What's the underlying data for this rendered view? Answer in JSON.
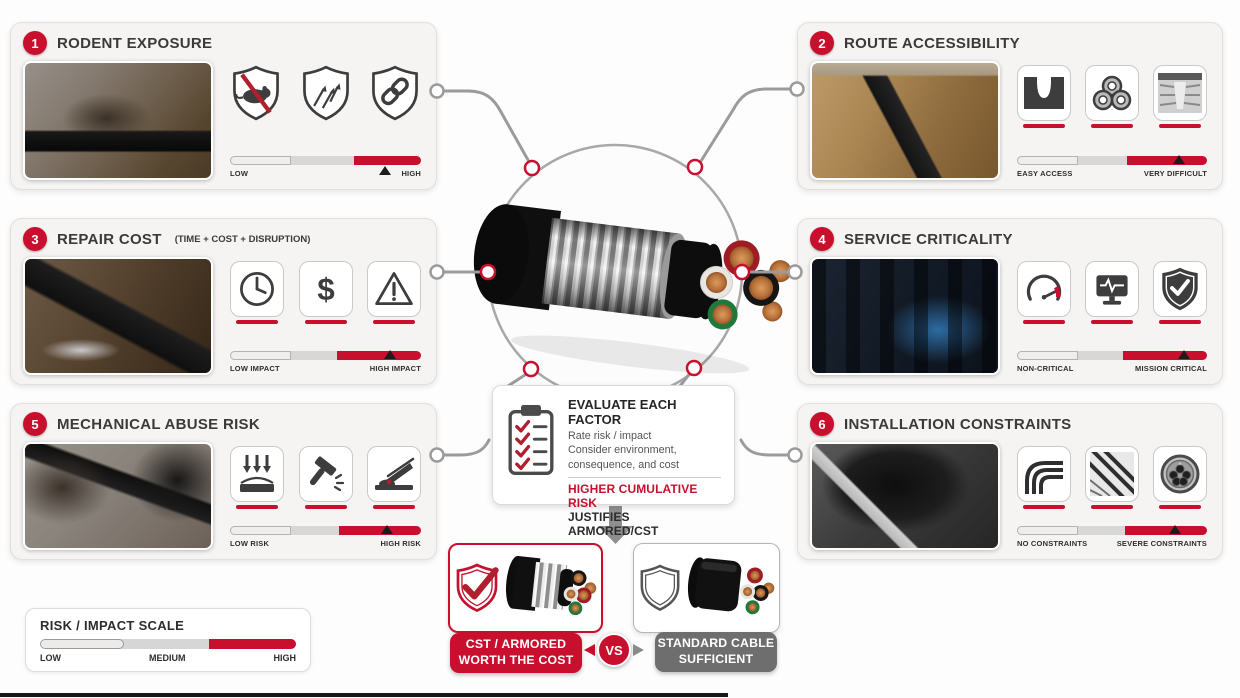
{
  "colors": {
    "accent_red": "#c8102e",
    "panel_bg": "#f5f4f2",
    "text_dark": "#3a3a3a",
    "connector_gray": "#9b9b9b",
    "label_gray": "#6e6e6e"
  },
  "panels": [
    {
      "num": "1",
      "title": "RODENT EXPOSURE",
      "subtitle": "",
      "icons": [
        "no-rodent-shield",
        "gnaw-strike-shield",
        "chain-link-shield"
      ],
      "scale_left": "LOW",
      "scale_right": "HIGH"
    },
    {
      "num": "2",
      "title": "ROUTE ACCESSIBILITY",
      "subtitle": "",
      "icons": [
        "trench",
        "conduit-pipes",
        "cable-corridor"
      ],
      "scale_left": "EASY ACCESS",
      "scale_right": "VERY DIFFICULT"
    },
    {
      "num": "3",
      "title": "REPAIR COST",
      "subtitle": "(TIME + COST + DISRUPTION)",
      "icons": [
        "clock",
        "dollar",
        "warning-triangle"
      ],
      "scale_left": "LOW IMPACT",
      "scale_right": "HIGH IMPACT"
    },
    {
      "num": "4",
      "title": "SERVICE CRITICALITY",
      "subtitle": "",
      "icons": [
        "gauge",
        "monitor-heartbeat",
        "shield-check"
      ],
      "scale_left": "NON-CRITICAL",
      "scale_right": "MISSION CRITICAL"
    },
    {
      "num": "5",
      "title": "MECHANICAL ABUSE RISK",
      "subtitle": "",
      "icons": [
        "crush-force",
        "hammer-impact",
        "cut-pry"
      ],
      "scale_left": "LOW RISK",
      "scale_right": "HIGH RISK"
    },
    {
      "num": "6",
      "title": "INSTALLATION CONSTRAINTS",
      "subtitle": "",
      "icons": [
        "bend-radius",
        "cable-tray",
        "conduit-fill"
      ],
      "scale_left": "NO CONSTRAINTS",
      "scale_right": "SEVERE CONSTRAINTS"
    }
  ],
  "evaluate": {
    "title": "EVALUATE EACH FACTOR",
    "lines": [
      "Rate risk / impact",
      "Consider environment,",
      "consequence, and cost"
    ],
    "emphasis": "HIGHER CUMULATIVE RISK",
    "conclusion": "JUSTIFIES ARMORED/CST"
  },
  "legend": {
    "title": "RISK / IMPACT SCALE",
    "low": "LOW",
    "medium": "MEDIUM",
    "high": "HIGH"
  },
  "verdict": {
    "armored_line1": "CST / ARMORED",
    "armored_line2": "WORTH THE COST",
    "vs": "VS",
    "standard_line1": "STANDARD CABLE",
    "standard_line2": "SUFFICIENT"
  }
}
